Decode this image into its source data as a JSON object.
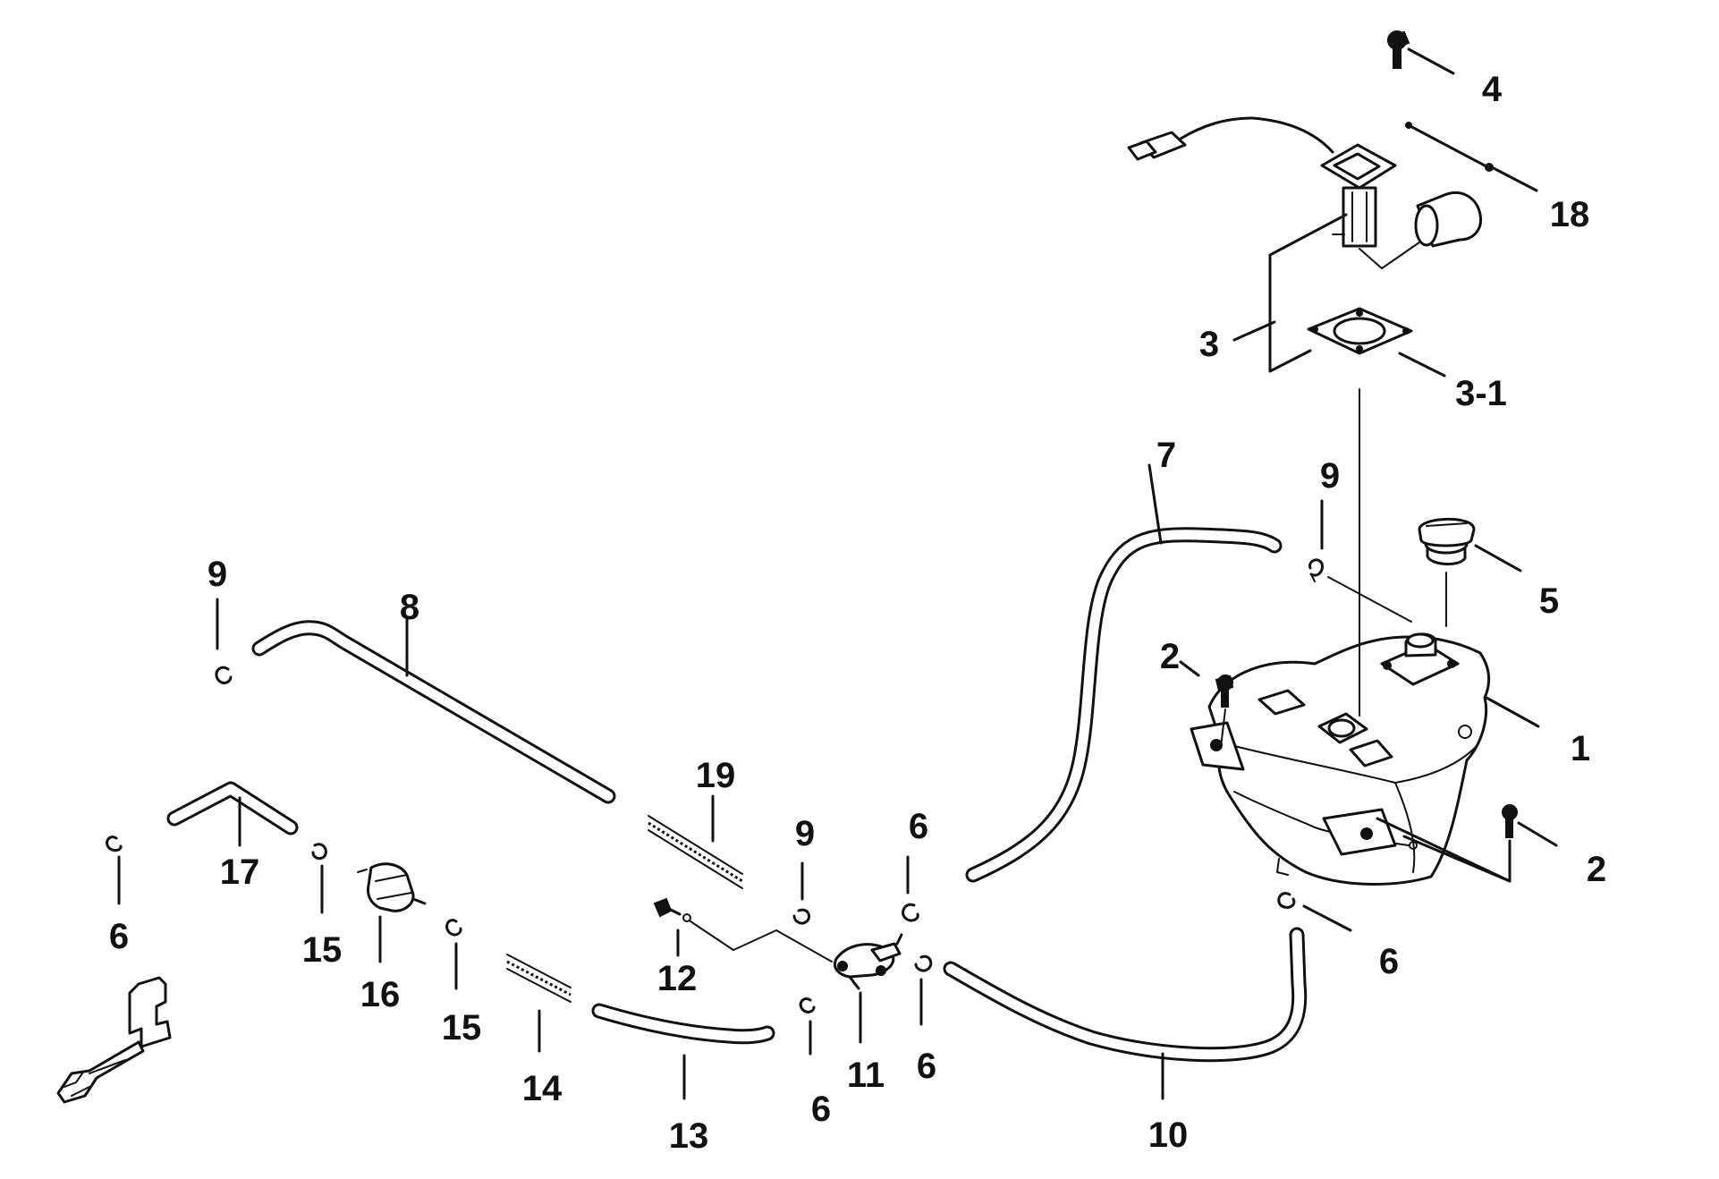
{
  "diagram": {
    "callouts": {
      "c1": "1",
      "c2a": "2",
      "c2b": "2",
      "c3": "3",
      "c3_1": "3-1",
      "c4": "4",
      "c5": "5",
      "c6a": "6",
      "c6b": "6",
      "c6c": "6",
      "c6d": "6",
      "c6e": "6",
      "c7": "7",
      "c8": "8",
      "c9a": "9",
      "c9b": "9",
      "c9c": "9",
      "c10": "10",
      "c11": "11",
      "c12": "12",
      "c13": "13",
      "c14": "14",
      "c15a": "15",
      "c15b": "15",
      "c16": "16",
      "c17": "17",
      "c18": "18",
      "c19": "19"
    },
    "colors": {
      "line": "#111111",
      "background": "#ffffff"
    }
  }
}
